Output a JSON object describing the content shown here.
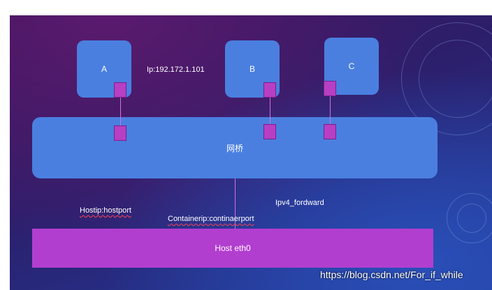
{
  "containers": [
    {
      "label": "A"
    },
    {
      "label": "B"
    },
    {
      "label": "C"
    }
  ],
  "ip_label": "Ip:192.172.1.101",
  "bridge_label": "网桥",
  "host_label": "Host eth0",
  "hostip_label": "Hostip:hostport",
  "containerip_label": "Containerip:continaerport",
  "ipv4_label": "Ipv4_fordward",
  "watermark": "https://blog.csdn.net/For_if_while",
  "colors": {
    "container_fill": "#4a7fe0",
    "port_fill": "#b73fc4",
    "host_fill": "#b23ed0"
  }
}
